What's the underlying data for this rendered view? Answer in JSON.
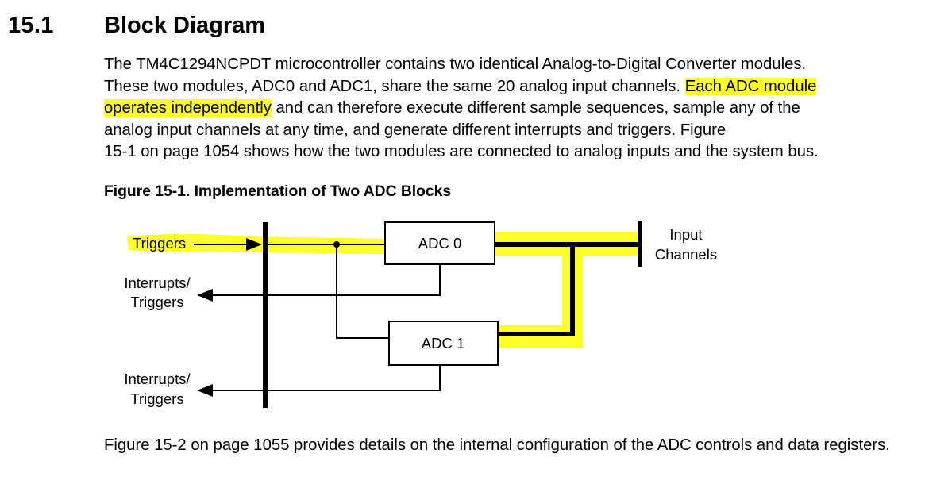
{
  "section": {
    "number": "15.1",
    "title": "Block Diagram"
  },
  "intro": {
    "line1": "The TM4C1294NCPDT microcontroller contains two identical Analog-to-Digital Converter modules.",
    "line2_start": "These two modules, ADC0 and ADC1, share the same 20 analog input channels. ",
    "line2_highlight": "Each ADC module",
    "line3_highlight": "operates independently",
    "line3_end": " and can therefore execute different sample sequences, sample any of the",
    "line4": "analog input channels at any time, and generate different interrupts and triggers. Figure",
    "line5": "15-1 on page 1054 shows how the two modules are connected to analog inputs and the system bus."
  },
  "figure": {
    "caption": "Figure 15-1. Implementation of Two ADC Blocks",
    "labels": {
      "triggers": "Triggers",
      "interrupts_1": "Interrupts/",
      "triggers_1": "Triggers",
      "interrupts_2": "Interrupts/",
      "triggers_2": "Triggers",
      "adc0": "ADC 0",
      "adc1": "ADC 1",
      "input": "Input",
      "channels": "Channels"
    },
    "highlight_color": "#ffff2a"
  },
  "footer": {
    "text": "Figure 15-2 on page 1055 provides details on the internal configuration of the ADC controls and data registers."
  }
}
